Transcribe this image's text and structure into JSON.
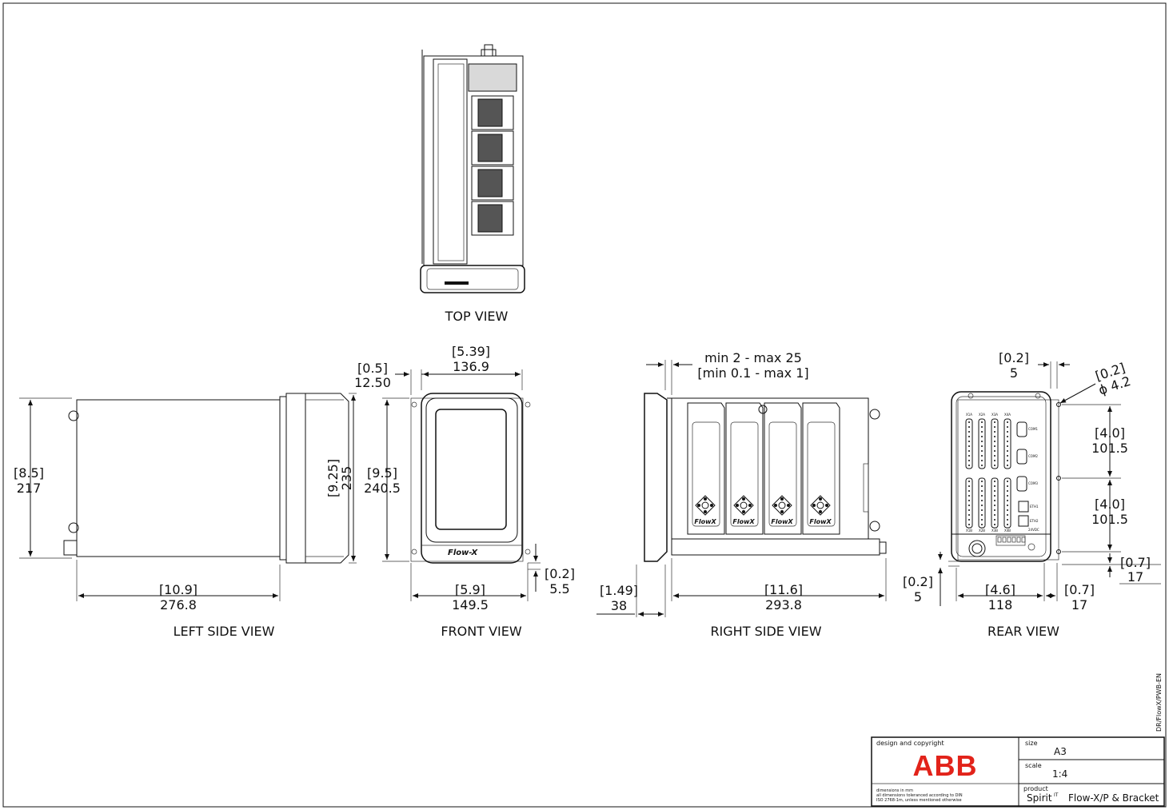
{
  "views": {
    "top": "TOP VIEW",
    "left_side": "LEFT SIDE VIEW",
    "front": "FRONT VIEW",
    "right_side": "RIGHT SIDE VIEW",
    "rear": "REAR VIEW"
  },
  "dimensions": {
    "left_height_in": "[8.5]",
    "left_height_mm": "217",
    "left_width_in": "[10.9]",
    "left_width_mm": "276.8",
    "left_bezel_in": "[9.25]",
    "left_bezel_mm": "235",
    "front_top_in": "[5.39]",
    "front_top_mm": "136.9",
    "front_edge_in": "[0.5]",
    "front_edge_mm": "12.50",
    "front_height_in": "[9.5]",
    "front_height_mm": "240.5",
    "front_width_in": "[5.9]",
    "front_width_mm": "149.5",
    "front_foot_in": "[0.2]",
    "front_foot_mm": "5.5",
    "right_range_mm": "min 2 - max 25",
    "right_range_in": "[min 0.1 - max 1]",
    "right_depth_in": "[1.49]",
    "right_depth_mm": "38",
    "right_width_in": "[11.6]",
    "right_width_mm": "293.8",
    "rear_top_in": "[0.2]",
    "rear_top_mm": "5",
    "rear_hole_in": "[0.2]",
    "rear_hole_mm": "ϕ 4.2",
    "rear_pitch1_in": "[4.0]",
    "rear_pitch1_mm": "101.5",
    "rear_pitch2_in": "[4.0]",
    "rear_pitch2_mm": "101.5",
    "rear_bottom_in": "[0.7]",
    "rear_bottom_mm": "17",
    "rear_left_in": "[0.2]",
    "rear_left_mm": "5",
    "rear_width_in": "[4.6]",
    "rear_width_mm": "118",
    "rear_side_in": "[0.7]",
    "rear_side_mm": "17"
  },
  "device_labels": {
    "brand_front": "Flow-X",
    "module": "FlowX"
  },
  "rear_ports": {
    "top_row": [
      "X1A",
      "X2A",
      "X3A",
      "X4A"
    ],
    "bottom_row": [
      "X1B",
      "X2B",
      "X3B",
      "X4B"
    ],
    "com": [
      "COM1",
      "COM2",
      "COM3"
    ],
    "eth": [
      "ETH1",
      "ETH2"
    ],
    "power": "24VDC"
  },
  "side_code": "DR/FlowX/PWB-EN",
  "title_block": {
    "design_label": "design and copyright",
    "logo": "ABB",
    "notes_line1": "dimensions in mm",
    "notes_line2": "all dimensions toleranced according to DIN",
    "notes_line3": "ISO 2768-1m, unless mentioned otherwise",
    "size_label": "size",
    "size_value": "A3",
    "scale_label": "scale",
    "scale_value": "1:4",
    "product_label": "product",
    "product_brand": "Spirit",
    "product_brand_sup": "IT",
    "product_name": "Flow-X/P & Bracket"
  },
  "colors": {
    "logo_red": "#e2231a",
    "line": "#111111",
    "paper": "#ffffff"
  }
}
